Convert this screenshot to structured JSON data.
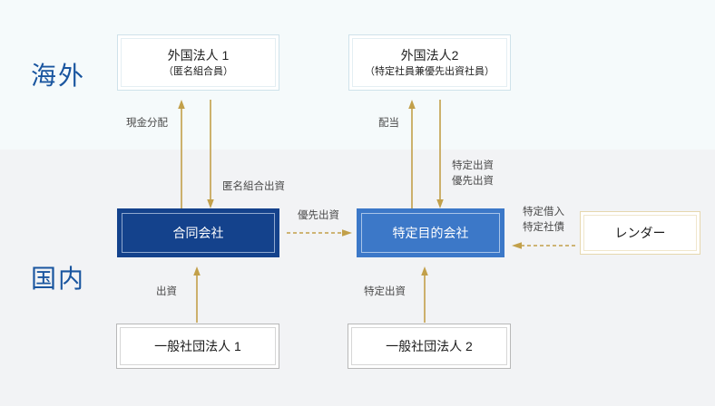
{
  "diagram": {
    "title": "TMK / GK-TK structure chart",
    "bands": {
      "overseas_label": "海外",
      "domestic_label": "国内"
    },
    "colors": {
      "overseas_band": "#f5fafb",
      "domestic_band": "#f2f3f5",
      "region_label": "#19559f",
      "navy_box": "#14428c",
      "blue_box": "#3c78c8",
      "arrow_gold": "#c2a04a",
      "caption_text": "#4a4a4a",
      "lender_border": "#e6d7ae"
    },
    "nodes": [
      {
        "id": "foreign-corp-1",
        "title": "外国法人 1",
        "sub": "（匿名組合員）",
        "style": "overseas"
      },
      {
        "id": "foreign-corp-2",
        "title": "外国法人2",
        "sub": "（特定社員兼優先出資社員）",
        "style": "overseas"
      },
      {
        "id": "godo-kaisha",
        "title": "合同会社",
        "sub": "",
        "style": "navy"
      },
      {
        "id": "tokutei-mokuteki-kaisha",
        "title": "特定目的会社",
        "sub": "",
        "style": "blue"
      },
      {
        "id": "lender",
        "title": "レンダー",
        "sub": "",
        "style": "cream"
      },
      {
        "id": "ippan-shadan-hojin-1",
        "title": "一般社団法人 1",
        "sub": "",
        "style": "gray"
      },
      {
        "id": "ippan-shadan-hojin-2",
        "title": "一般社団法人 2",
        "sub": "",
        "style": "gray"
      }
    ],
    "edges": [
      {
        "id": "cash-distribution",
        "label": "現金分配",
        "from": "godo-kaisha",
        "to": "foreign-corp-1",
        "direction": "up",
        "line": "solid"
      },
      {
        "id": "tk-investment",
        "label": "匿名組合出資",
        "from": "foreign-corp-1",
        "to": "godo-kaisha",
        "direction": "down",
        "line": "solid"
      },
      {
        "id": "dividend",
        "label": "配当",
        "from": "tokutei-mokuteki-kaisha",
        "to": "foreign-corp-2",
        "direction": "up",
        "line": "solid"
      },
      {
        "id": "specified-preferred-investment",
        "label_line1": "特定出資",
        "label_line2": "優先出資",
        "from": "foreign-corp-2",
        "to": "tokutei-mokuteki-kaisha",
        "direction": "down",
        "line": "solid"
      },
      {
        "id": "preferred-investment",
        "label": "優先出資",
        "from": "godo-kaisha",
        "to": "tokutei-mokuteki-kaisha",
        "direction": "right",
        "line": "dashed"
      },
      {
        "id": "specified-borrowing-bonds",
        "label_line1": "特定借入",
        "label_line2": "特定社債",
        "from": "lender",
        "to": "tokutei-mokuteki-kaisha",
        "direction": "left",
        "line": "dashed"
      },
      {
        "id": "contribution-1",
        "label": "出資",
        "from": "ippan-shadan-hojin-1",
        "to": "godo-kaisha",
        "direction": "up",
        "line": "solid"
      },
      {
        "id": "contribution-2",
        "label": "特定出資",
        "from": "ippan-shadan-hojin-2",
        "to": "tokutei-mokuteki-kaisha",
        "direction": "up",
        "line": "solid"
      }
    ]
  }
}
